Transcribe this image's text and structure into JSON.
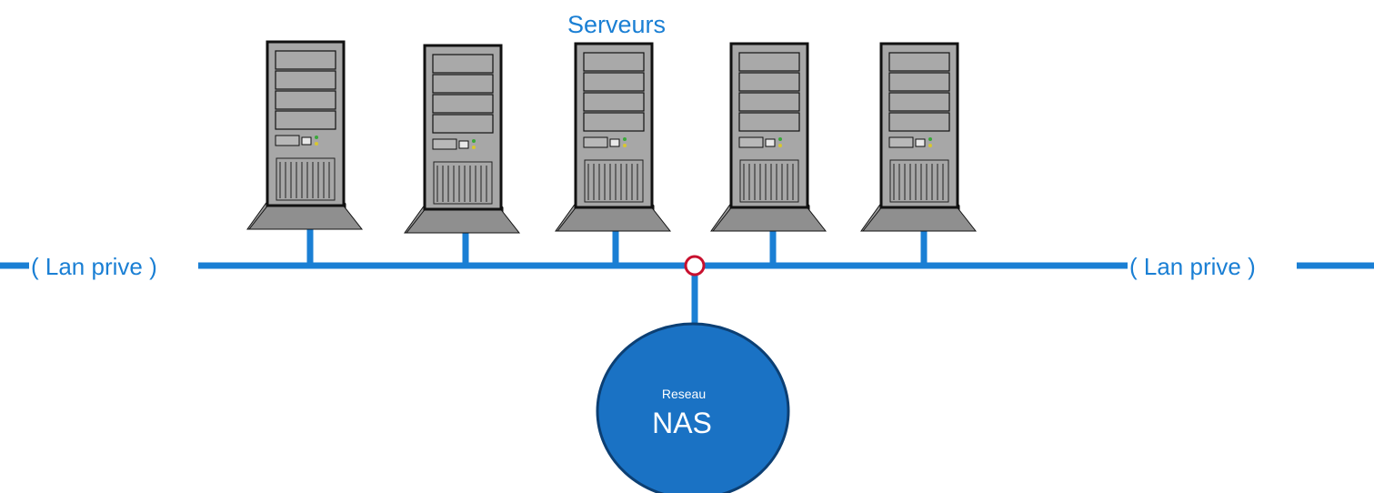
{
  "title": "Serveurs",
  "lan_left_label": "( Lan prive )",
  "lan_right_label": "( Lan prive )",
  "nas": {
    "small_label": "Reseau",
    "big_label": "NAS"
  },
  "servers": [
    {
      "id": "server-1"
    },
    {
      "id": "server-2"
    },
    {
      "id": "server-3"
    },
    {
      "id": "server-4"
    },
    {
      "id": "server-5"
    }
  ],
  "colors": {
    "network_line": "#1a7fd4",
    "label_text": "#1a7fd4",
    "nas_fill": "#1a72c4",
    "nas_stroke": "#0c3f73",
    "nas_text": "#ffffff",
    "server_body": "#a7a7a7",
    "server_outline": "#111111",
    "junction_stroke": "#c8102e"
  },
  "icons": {
    "server": "server-tower-icon",
    "junction": "junction-node-icon",
    "nas": "nas-storage-icon"
  }
}
